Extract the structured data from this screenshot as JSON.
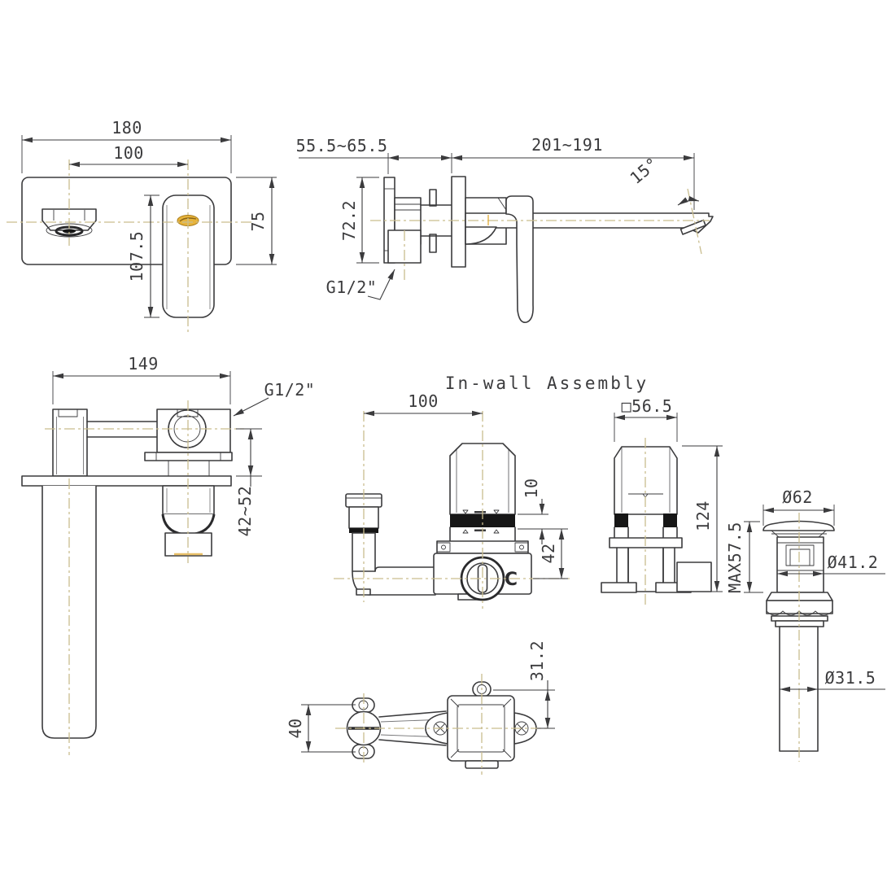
{
  "drawing": {
    "title": "In-wall Assembly",
    "front_view": {
      "dim_plate_width": "180",
      "dim_centers": "100",
      "dim_plate_height": "75",
      "dim_handle_length": "107.5"
    },
    "side_view": {
      "dim_wall_depth": "55.5~65.5",
      "dim_spout_reach": "201~191",
      "dim_body_height": "72.2",
      "dim_spout_angle": "15°",
      "thread_label": "G1/2\""
    },
    "top_view": {
      "dim_body_width": "149",
      "thread_label": "G1/2\"",
      "dim_depth_range": "42~52"
    },
    "inwall_front_view": {
      "dim_port_centers": "100",
      "dim_band_height": "10",
      "dim_band_to_axis": "42",
      "marking": "C"
    },
    "inwall_side_view": {
      "dim_square_width": "□56.5",
      "dim_height": "124"
    },
    "inwall_bottom_view": {
      "dim_flange_holes": "40",
      "dim_axis_to_ear": "31.2"
    },
    "drain_view": {
      "dim_cap_diameter": "Ø62",
      "dim_max_height": "MAX57.5",
      "dim_body_diameter": "Ø41.2",
      "dim_tube_diameter": "Ø31.5"
    },
    "colors": {
      "line": "#3b3b3d",
      "centerline": "#c9bd8e",
      "accent_gold": "#e2ac36",
      "band_black": "#161616",
      "background": "#ffffff"
    }
  }
}
